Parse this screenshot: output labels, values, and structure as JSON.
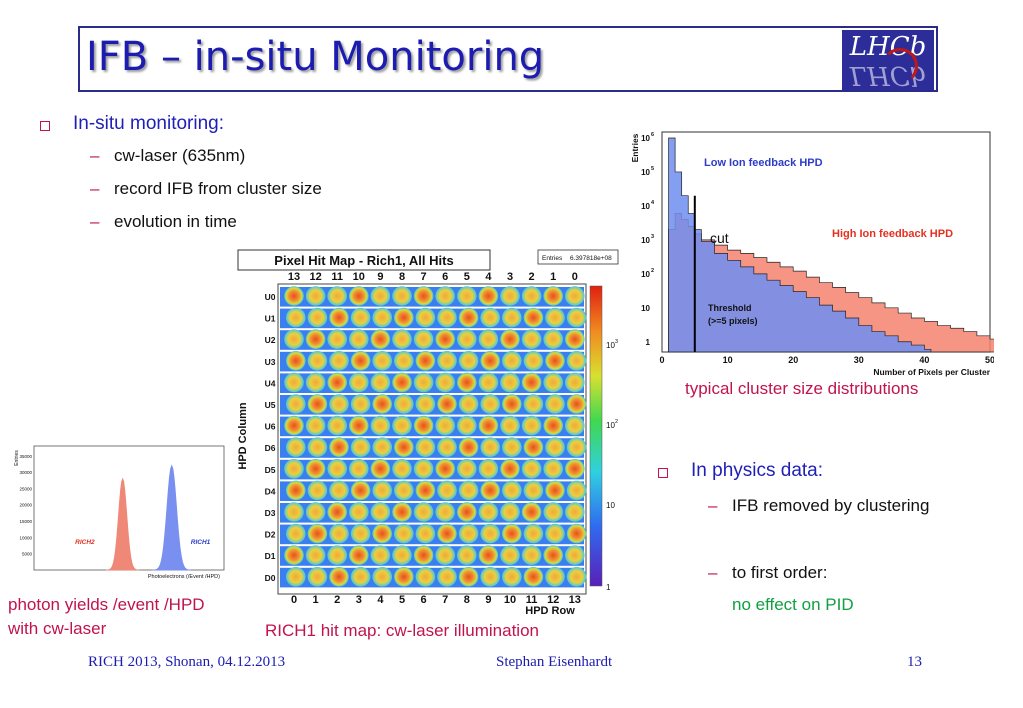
{
  "slide": {
    "title": "IFB – in-situ Monitoring",
    "logo_text": "LHCb"
  },
  "left_bullets": {
    "main": "In-situ monitoring:",
    "subs": [
      "cw-laser (635nm)",
      "record IFB from cluster size",
      "evolution in time"
    ]
  },
  "right_bullets": {
    "main": "In physics data:",
    "sub1": "IFB removed by clustering",
    "sub2": "to first order:",
    "sub2_cont": "no effect on PID"
  },
  "captions": {
    "photon": "photon yields /event /HPD",
    "photon2": "with cw-laser",
    "hitmap": "RICH1 hit map: cw-laser illumination",
    "cluster": "typical cluster size distributions"
  },
  "footer": {
    "left": "RICH 2013, Shonan, 04.12.2013",
    "center": "Stephan Eisenhardt",
    "page": "13"
  },
  "hitmap": {
    "title": "Pixel Hit Map - Rich1, All Hits",
    "stats_label": "Entries",
    "stats_value": "6.397818e+08",
    "y_title": "HPD Column",
    "x_title": "HPD Row",
    "top_labels": [
      "13",
      "12",
      "11",
      "10",
      "9",
      "8",
      "7",
      "6",
      "5",
      "4",
      "3",
      "2",
      "1",
      "0"
    ],
    "bottom_labels": [
      "0",
      "1",
      "2",
      "3",
      "4",
      "5",
      "6",
      "7",
      "8",
      "9",
      "10",
      "11",
      "12",
      "13"
    ],
    "row_labels": [
      "U0",
      "U1",
      "U2",
      "U3",
      "U4",
      "U5",
      "U6",
      "D6",
      "D5",
      "D4",
      "D3",
      "D2",
      "D1",
      "D0"
    ],
    "scale_labels": [
      "10",
      "10",
      "10",
      "1"
    ],
    "scale_exps": [
      "3",
      "2",
      "",
      ""
    ]
  },
  "chart_data": [
    {
      "type": "area",
      "title": "",
      "xlabel": "Number of Pixels per Cluster",
      "ylabel": "Entries",
      "y_scale": "log",
      "xlim": [
        0,
        50
      ],
      "ylim": [
        0.5,
        1500000
      ],
      "x_ticks": [
        "0",
        "10",
        "20",
        "30",
        "40",
        "50"
      ],
      "y_ticks": [
        "1",
        "10",
        "10",
        "10",
        "10",
        "10",
        "10"
      ],
      "y_tick_exps": [
        "",
        "",
        "2",
        "3",
        "4",
        "5",
        "6"
      ],
      "series": [
        {
          "name": "Low Ion feedback HPD",
          "color": "#6f8ef0",
          "x": [
            1,
            2,
            3,
            4,
            5,
            6,
            8,
            10,
            12,
            14,
            16,
            18,
            20,
            22,
            24,
            26,
            28,
            30,
            32,
            34,
            36,
            38,
            40
          ],
          "y": [
            1000000,
            100000,
            20000,
            6000,
            2000,
            900,
            400,
            250,
            160,
            100,
            65,
            45,
            30,
            20,
            12,
            8,
            5,
            3,
            2,
            1.5,
            1,
            0.8,
            0.6
          ]
        },
        {
          "name": "High Ion feedback HPD",
          "color": "#f4836e",
          "x": [
            1,
            2,
            3,
            4,
            5,
            6,
            8,
            10,
            12,
            14,
            16,
            18,
            20,
            22,
            24,
            26,
            28,
            30,
            32,
            34,
            36,
            38,
            40,
            42,
            44,
            46,
            48,
            50
          ],
          "y": [
            2000,
            6000,
            4000,
            2500,
            1500,
            1000,
            700,
            500,
            400,
            300,
            220,
            160,
            120,
            80,
            55,
            40,
            28,
            20,
            14,
            10,
            7,
            5,
            4,
            3,
            2.5,
            2,
            1.5,
            1.2
          ]
        }
      ],
      "annotations": [
        "Threshold",
        "(>=5 pixels)",
        "cut"
      ],
      "cut_x": 5
    },
    {
      "type": "area",
      "title": "",
      "xlabel": "Photoelectrons (/Event /HPD)",
      "ylabel": "Entries",
      "y_ticks": [
        "5000",
        "10000",
        "15000",
        "20000",
        "25000",
        "30000",
        "35000"
      ],
      "ylim": [
        0,
        38000
      ],
      "xlim": [
        0,
        6
      ],
      "series": [
        {
          "name": "RICH2",
          "color": "#f08878",
          "mean": 2.8,
          "sigma": 0.13,
          "peak": 28000
        },
        {
          "name": "RICH1",
          "color": "#7a90f0",
          "mean": 4.35,
          "sigma": 0.15,
          "peak": 32000
        }
      ]
    }
  ]
}
